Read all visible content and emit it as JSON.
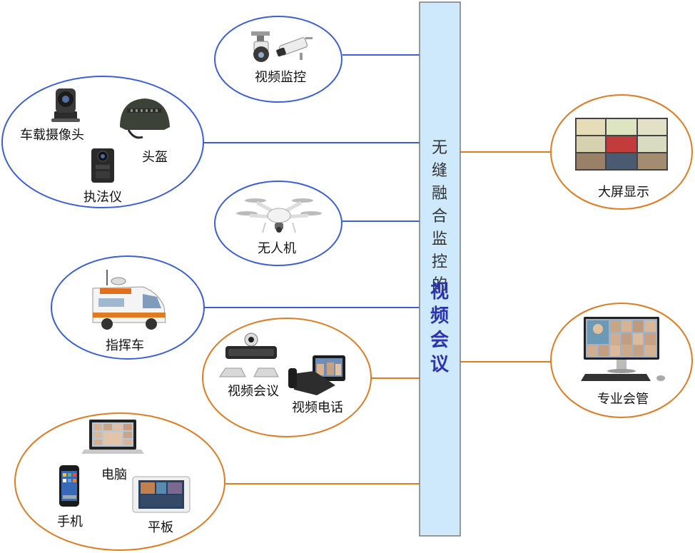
{
  "central_bar": {
    "top_chars": [
      "无",
      "缝",
      "融",
      "合",
      "监",
      "控",
      "的"
    ],
    "bottom_chars": [
      "视",
      "频",
      "会",
      "议"
    ]
  },
  "left_nodes": {
    "video_surveillance": "视频监控",
    "vehicle_camera": "车载摄像头",
    "helmet": "头盔",
    "law_recorder": "执法仪",
    "drone": "无人机",
    "command_vehicle": "指挥车",
    "video_conference": "视频会议",
    "video_phone": "视频电话",
    "computer": "电脑",
    "phone": "手机",
    "tablet": "平板"
  },
  "right_nodes": {
    "big_screen": "大屏显示",
    "conference_mgmt": "专业会管"
  },
  "colors": {
    "blue_line": "#3a5fd9",
    "orange_line": "#e07b22",
    "bar_fill": "#cde9fb",
    "bar_stroke": "#7a7a7a",
    "bar_bold_text": "#2b33b0"
  }
}
